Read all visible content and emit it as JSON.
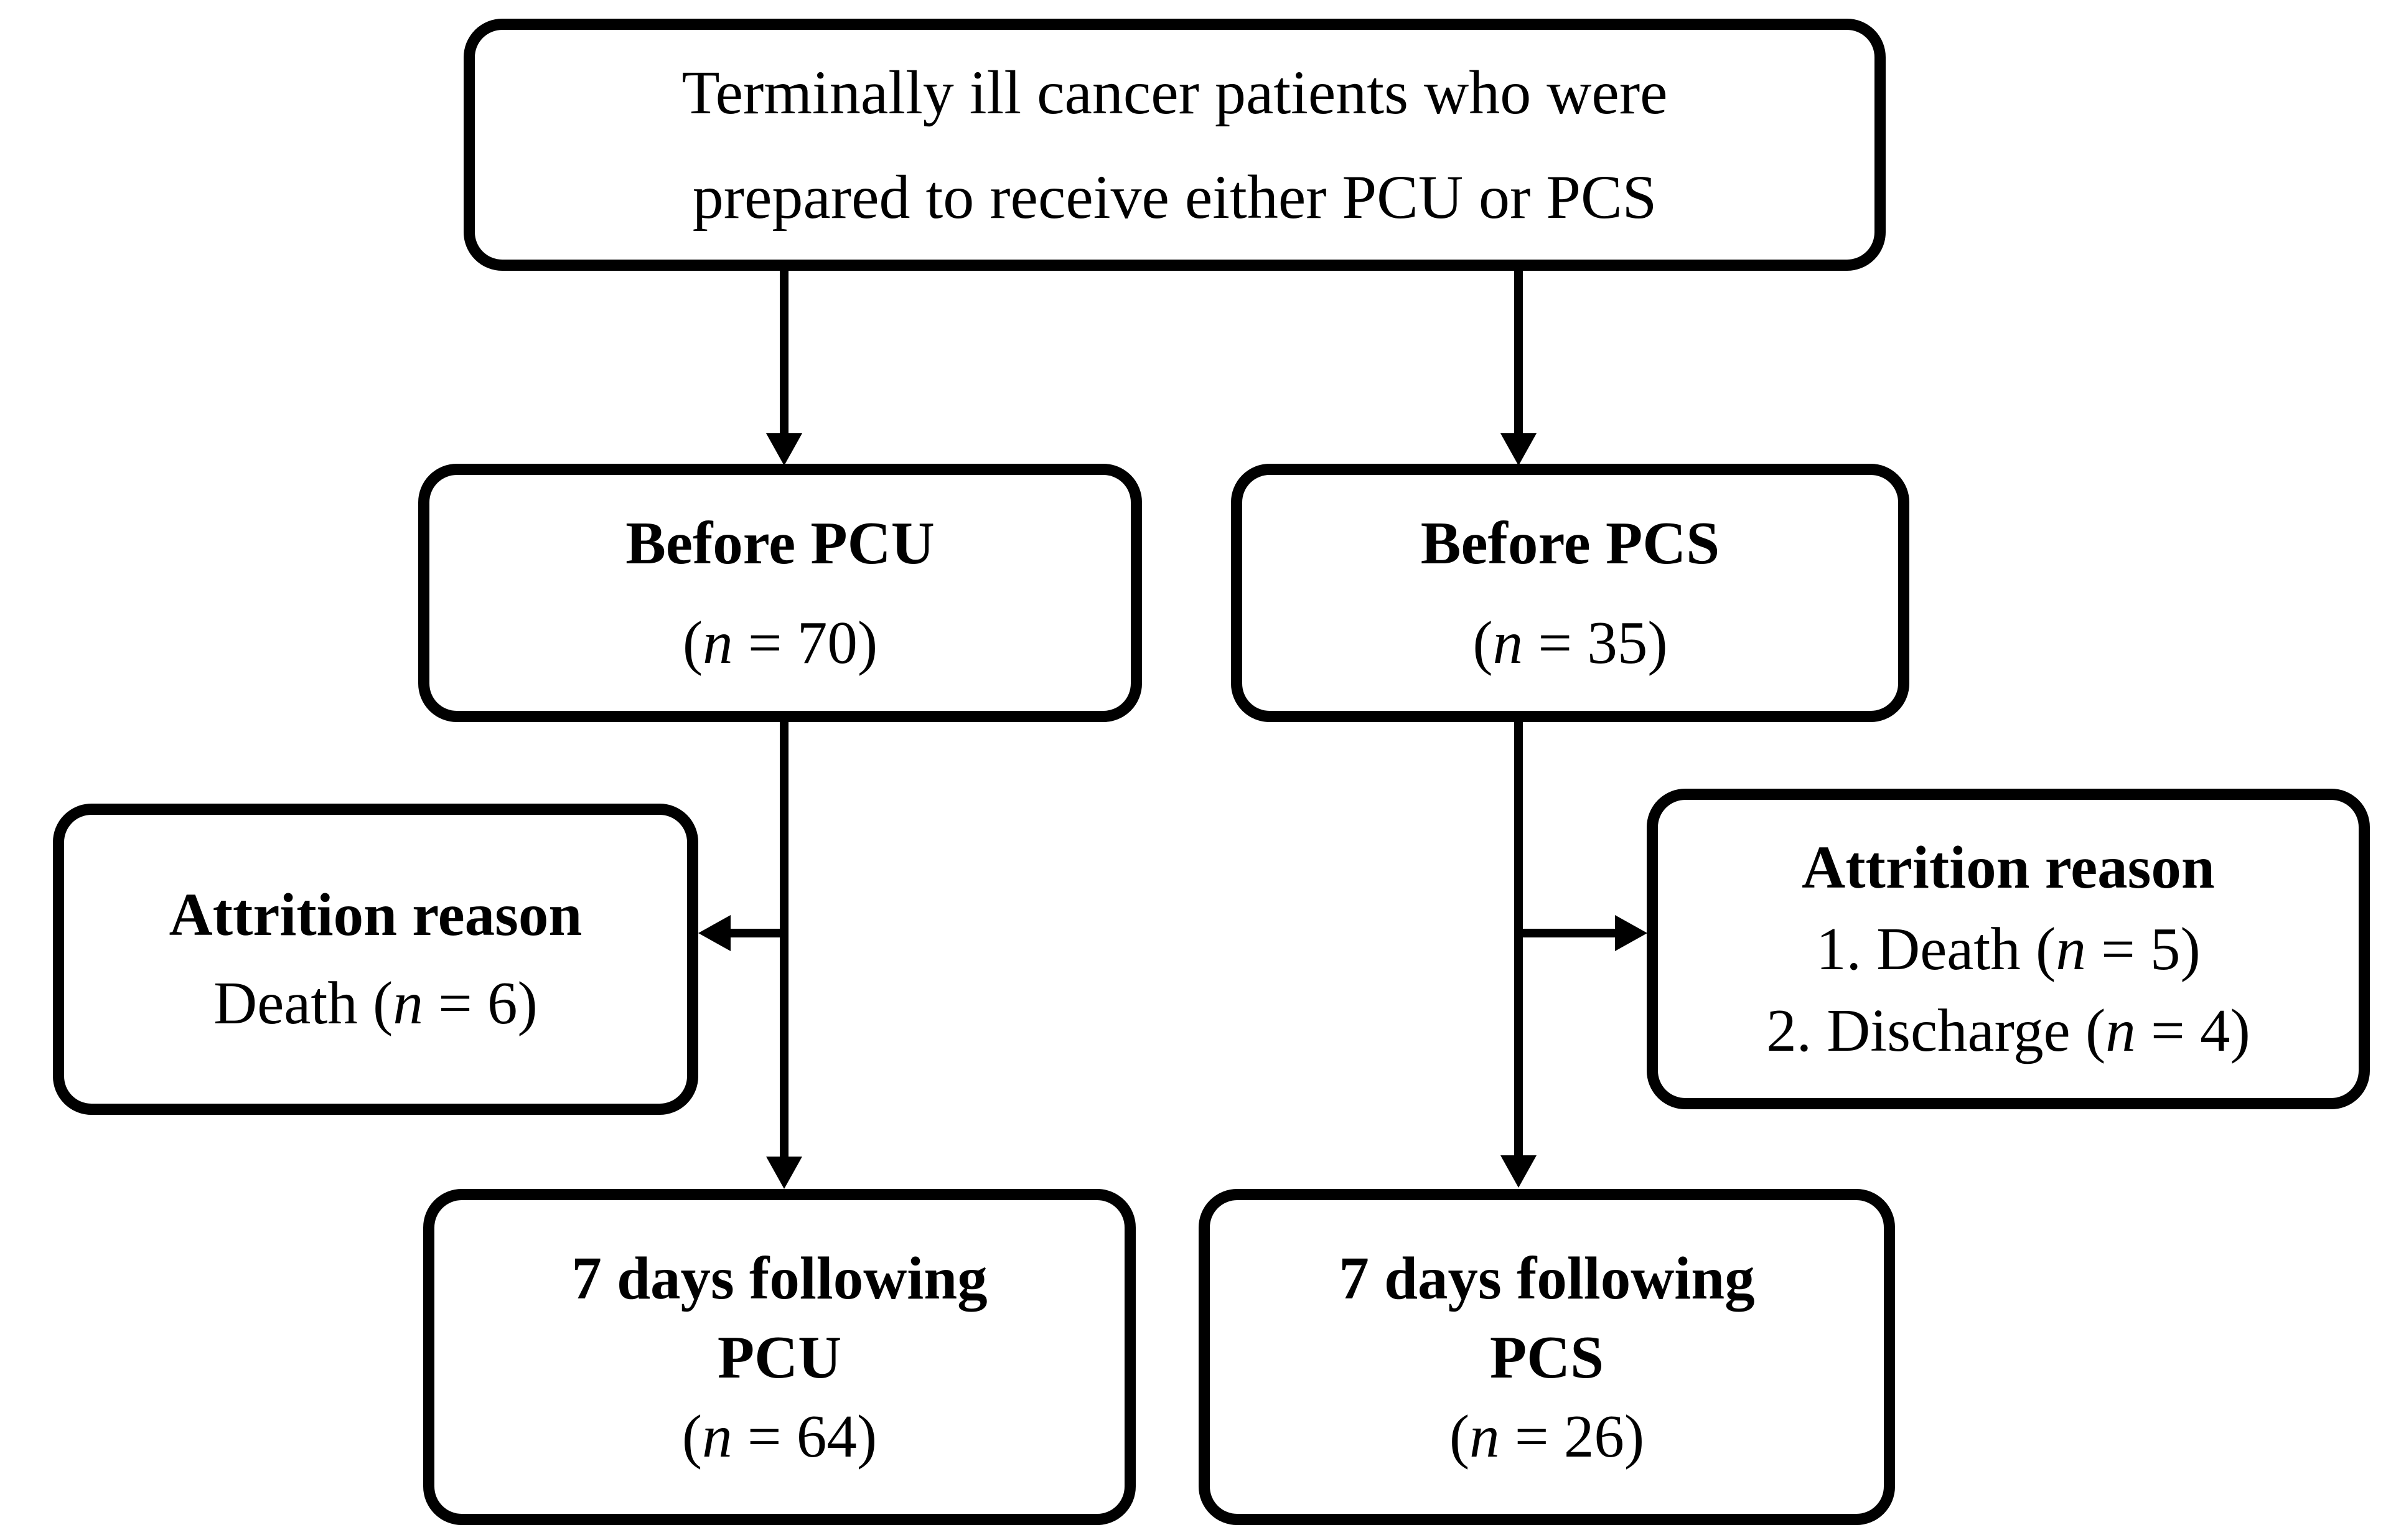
{
  "figure": {
    "background": "#ffffff",
    "ink": "#000000",
    "type": "patient-flow-diagram"
  },
  "nodes": {
    "source": {
      "lines": [
        "Terminally ill cancer patients who were",
        "prepared to receive either PCU or PCS"
      ]
    },
    "before_pcu": {
      "title": "Before PCU",
      "count": "(n = 70)"
    },
    "before_pcs": {
      "title": "Before PCS",
      "count": "(n = 35)"
    },
    "attrition_pcu": {
      "title": "Attrition reason",
      "items": [
        "Death (n = 6)"
      ]
    },
    "attrition_pcs": {
      "title": "Attrition reason",
      "items": [
        "1. Death (n = 5)",
        "2. Discharge (n = 4)"
      ]
    },
    "followup_pcu": {
      "lines": [
        "7 days following",
        "PCU"
      ],
      "count": "(n = 64)"
    },
    "followup_pcs": {
      "lines": [
        "7 days following",
        "PCS"
      ],
      "count": "(n = 26)"
    }
  }
}
